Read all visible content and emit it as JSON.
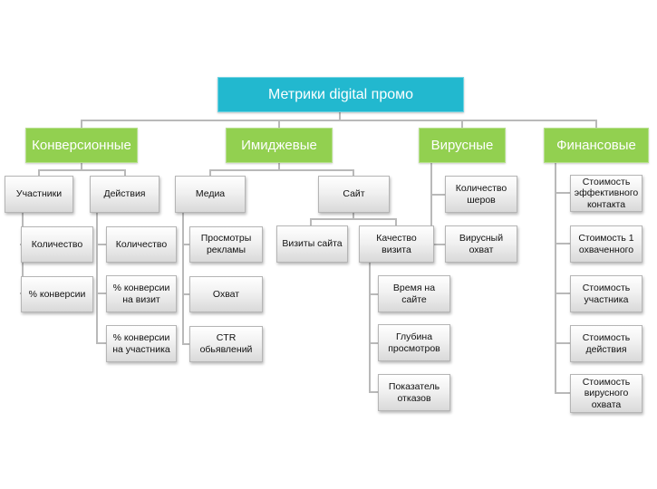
{
  "root": {
    "label": "Метрики digital промо"
  },
  "categories": [
    {
      "label": "Конверсионные",
      "groups": [
        {
          "label": "Участники",
          "items": [
            "Количество",
            "% конверсии"
          ]
        },
        {
          "label": "Действия",
          "items": [
            "Количество",
            "% конверсии на визит",
            "% конверсии на участника"
          ]
        }
      ]
    },
    {
      "label": "Имиджевые",
      "groups": [
        {
          "label": "Медиа",
          "items": [
            "Просмотры рекламы",
            "Охват",
            "CTR обьявлений"
          ]
        },
        {
          "label": "Сайт",
          "subgroups": [
            {
              "label": "Визиты сайта",
              "items": []
            },
            {
              "label": "Качество визита",
              "items": [
                "Время на сайте",
                "Глубина просмотров",
                "Показатель отказов"
              ]
            }
          ]
        }
      ]
    },
    {
      "label": "Вирусные",
      "items": [
        "Количество шеров",
        "Вирусный охват"
      ]
    },
    {
      "label": "Финансовые",
      "items": [
        "Стоимость эффективного контакта",
        "Стоимость 1 охваченного",
        "Стоимость участника",
        "Стоимость действия",
        "Стоимость вирусного охвата"
      ]
    }
  ],
  "colors": {
    "root": "#22b8cf",
    "category": "#92d050",
    "node": "#f1f1f1",
    "connector": "#b9b9b9"
  }
}
